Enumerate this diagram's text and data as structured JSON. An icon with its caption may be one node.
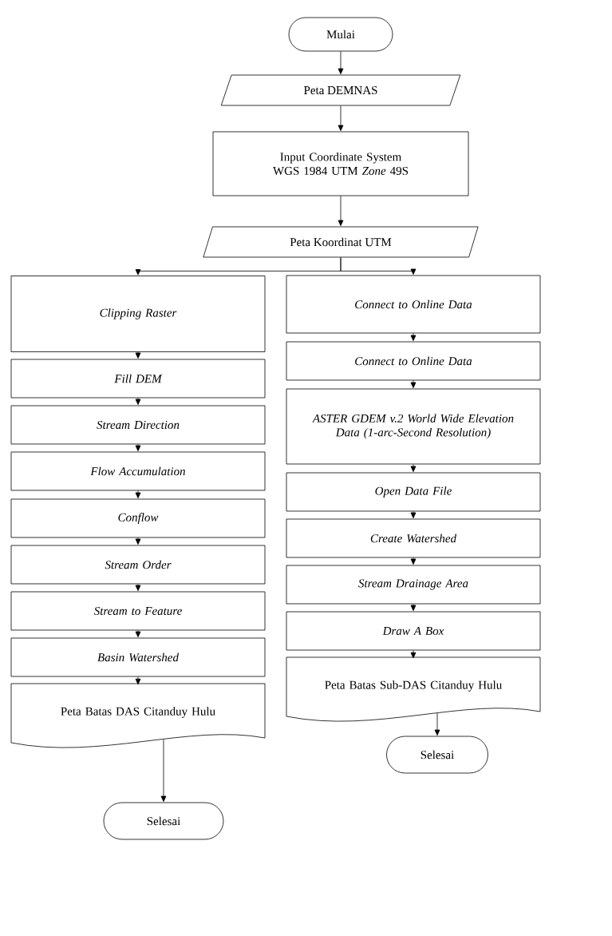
{
  "diagram": {
    "nodes": [
      {
        "text": [
          "Mulai"
        ]
      },
      {
        "text": [
          "Peta DEMNAS"
        ]
      },
      {
        "text": [
          "Input Coordinate System WGS 1984 UTM *Zone* 49S"
        ]
      },
      {
        "text": [
          "Peta Koordinat UTM"
        ]
      },
      {
        "text": [
          "Clipping Raster"
        ]
      },
      {
        "text": [
          "Fill DEM"
        ]
      },
      {
        "text": [
          "Stream Direction"
        ]
      },
      {
        "text": [
          "Flow Accumulation"
        ]
      },
      {
        "text": [
          "Conflow"
        ]
      },
      {
        "text": [
          "Stream Order"
        ]
      },
      {
        "text": [
          "Stream to Feature"
        ]
      },
      {
        "text": [
          "Basin Watershed"
        ]
      },
      {
        "text": [
          "Peta Batas DAS Citanduy Hulu"
        ]
      },
      {
        "text": [
          "Selesai"
        ]
      },
      {
        "text": [
          "Connect to Online Data"
        ]
      },
      {
        "text": [
          "Connect to Online Data"
        ]
      },
      {
        "text": [
          "ASTER GDEM v.2 World Wide Elevation Data (1-arc-Second Resolution)"
        ]
      },
      {
        "text": [
          "Open Data File"
        ]
      },
      {
        "text": [
          "Create Watershed"
        ]
      },
      {
        "text": [
          "Stream Drainage Area"
        ]
      },
      {
        "text": [
          "Draw A Box"
        ]
      },
      {
        "text": [
          "Peta Batas Sub-DAS Citanduy Hulu"
        ]
      },
      {
        "text": [
          "Selesai"
        ]
      }
    ],
    "edges": [
      {
        "from": 0,
        "to": 1,
        "arrow": "to"
      },
      {
        "from": 1,
        "to": 2,
        "arrow": "to"
      },
      {
        "from": 2,
        "to": 3,
        "arrow": "to"
      },
      {
        "from": 3,
        "to": 4,
        "arrow": "to"
      },
      {
        "from": 3,
        "to": 14,
        "arrow": "to"
      },
      {
        "from": 4,
        "to": 5,
        "arrow": "to"
      },
      {
        "from": 5,
        "to": 6,
        "arrow": "to"
      },
      {
        "from": 6,
        "to": 7,
        "arrow": "to"
      },
      {
        "from": 7,
        "to": 8,
        "arrow": "to"
      },
      {
        "from": 8,
        "to": 9,
        "arrow": "to"
      },
      {
        "from": 9,
        "to": 10,
        "arrow": "to"
      },
      {
        "from": 10,
        "to": 11,
        "arrow": "to"
      },
      {
        "from": 11,
        "to": 12,
        "arrow": "to"
      },
      {
        "from": 12,
        "to": 13,
        "arrow": "to"
      },
      {
        "from": 14,
        "to": 15,
        "arrow": "to"
      },
      {
        "from": 15,
        "to": 16,
        "arrow": "to"
      },
      {
        "from": 16,
        "to": 17,
        "arrow": "to"
      },
      {
        "from": 17,
        "to": 18,
        "arrow": "to"
      },
      {
        "from": 18,
        "to": 19,
        "arrow": "to"
      },
      {
        "from": 19,
        "to": 20,
        "arrow": "to"
      },
      {
        "from": 20,
        "to": 21,
        "arrow": "to"
      },
      {
        "from": 21,
        "to": 22,
        "arrow": "to"
      }
    ]
  }
}
